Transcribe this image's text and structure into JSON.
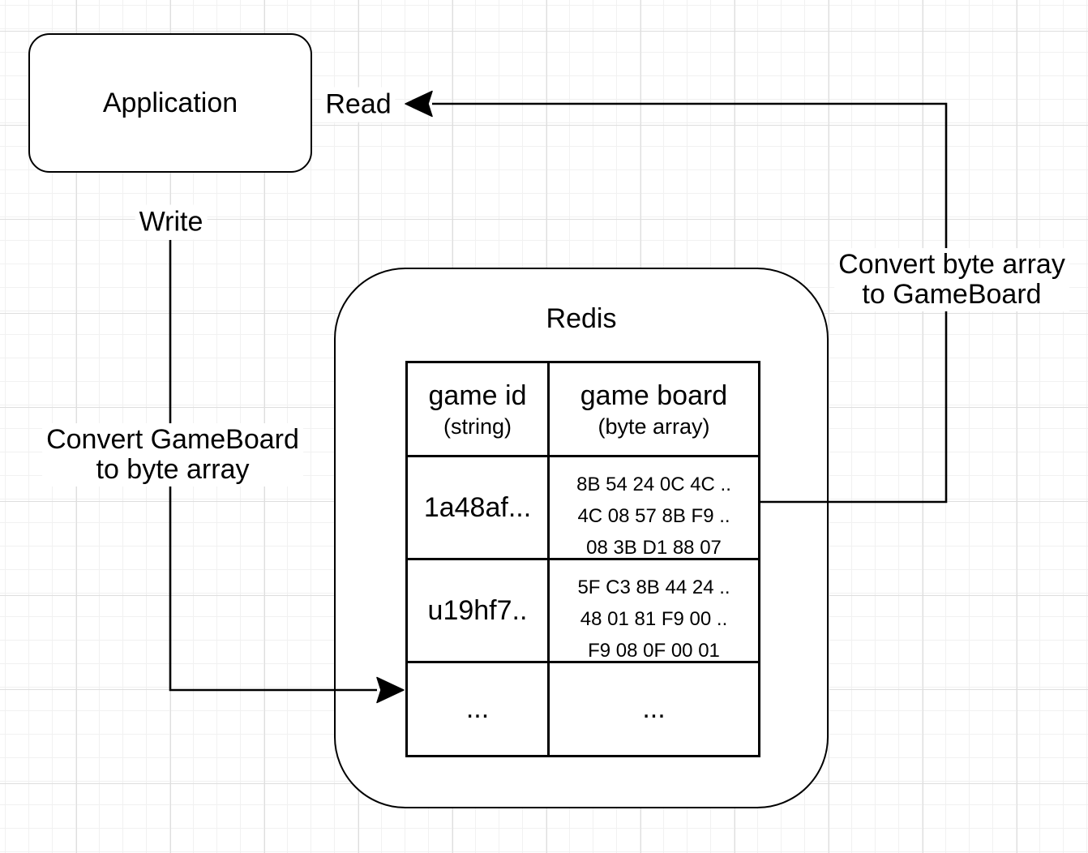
{
  "diagram": {
    "nodes": {
      "application": {
        "label": "Application"
      },
      "redis": {
        "label": "Redis"
      }
    },
    "edges": {
      "read": {
        "label": "Read"
      },
      "write": {
        "label": "Write"
      },
      "convert_read": {
        "line1": "Convert byte array",
        "line2": "to GameBoard"
      },
      "convert_write": {
        "line1": "Convert GameBoard",
        "line2": "to byte array"
      }
    },
    "table": {
      "columns": [
        {
          "title": "game id",
          "subtitle": "(string)"
        },
        {
          "title": "game board",
          "subtitle": "(byte array)"
        }
      ],
      "rows": [
        {
          "id": "1a48af...",
          "bytes": [
            "8B 54 24 0C 4C ..",
            "4C 08 57 8B F9 ..",
            "08 3B D1 88 07"
          ]
        },
        {
          "id": "u19hf7..",
          "bytes": [
            "5F C3 8B 44 24 ..",
            "48 01 81 F9 00 ..",
            "F9 08 0F 00 01"
          ]
        },
        {
          "id": "...",
          "board": "..."
        }
      ]
    },
    "colors": {
      "stroke": "#000000",
      "fill": "#ffffff",
      "grid_minor": "#f1f1f1",
      "grid_major": "#dedede"
    }
  }
}
